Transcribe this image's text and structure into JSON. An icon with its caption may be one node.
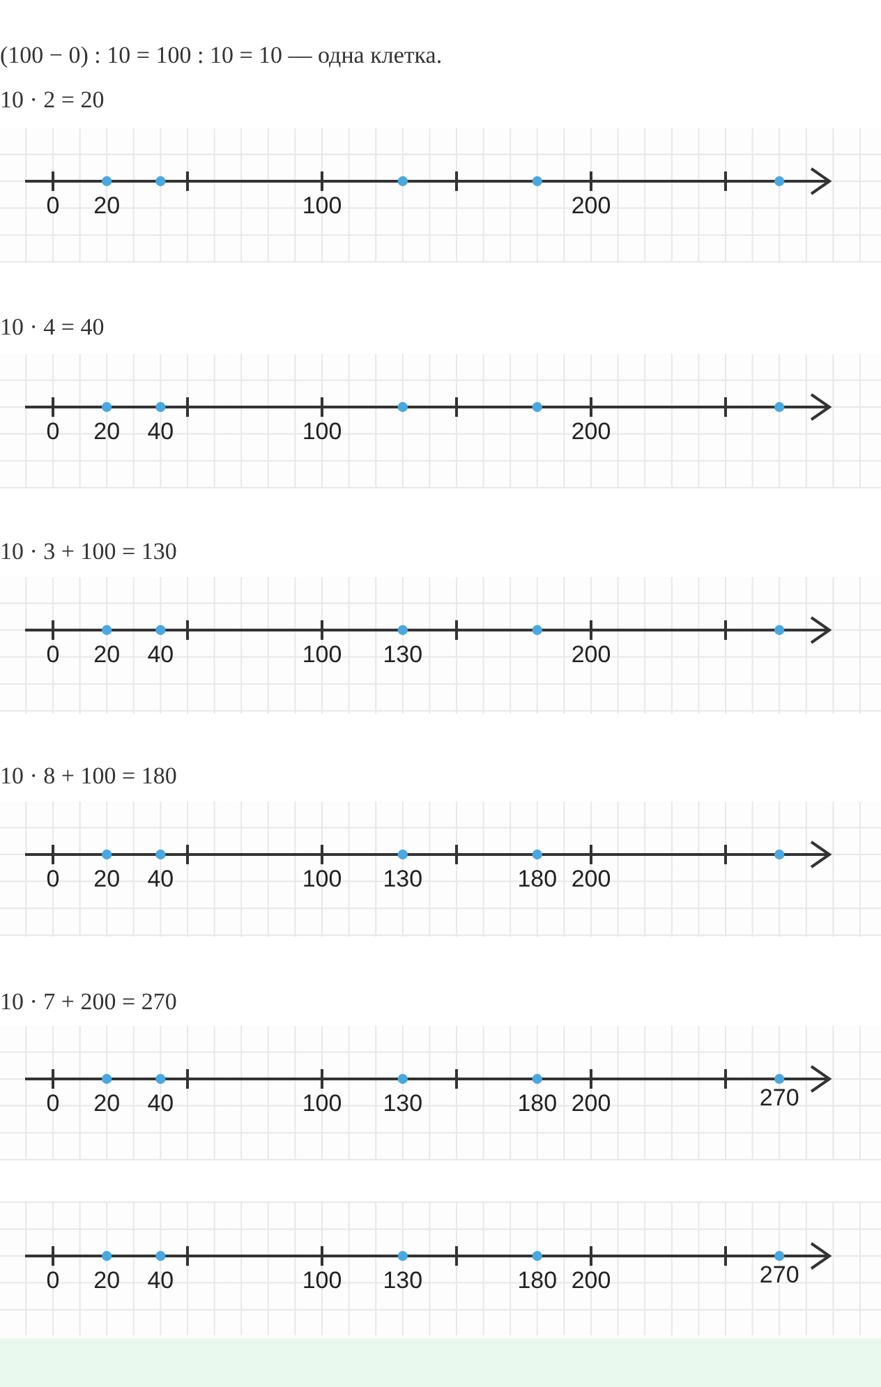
{
  "diagram": {
    "labels": [
      "(100 − 0) : 10 = 100 : 10 = 10 — одна клетка.",
      "10 · 2 = 20",
      "0",
      "20",
      "100",
      "200",
      "10 · 4 = 40",
      "0",
      "20",
      "40",
      "100",
      "200",
      "10 · 3 + 100 = 130",
      "0",
      "20",
      "40",
      "100",
      "130",
      "200",
      "10 · 8 + 100 = 180",
      "0",
      "20",
      "40",
      "100",
      "130",
      "180",
      "200",
      "10 · 7 + 200 = 270",
      "0",
      "20",
      "40",
      "100",
      "130",
      "180",
      "200",
      "270",
      "0",
      "20",
      "40",
      "100",
      "130",
      "180",
      "200",
      "270"
    ]
  }
}
